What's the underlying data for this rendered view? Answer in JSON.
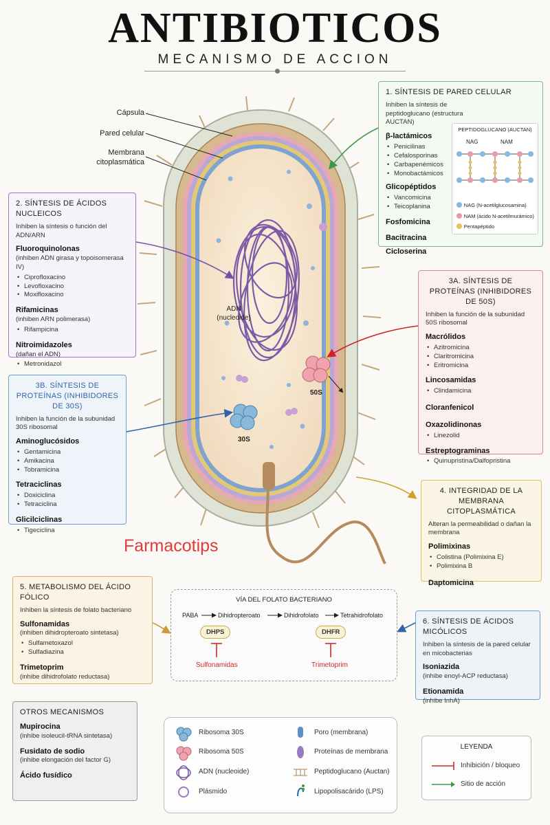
{
  "header": {
    "title": "ANTIBIOTICOS",
    "subtitle": "MECANISMO DE ACCION"
  },
  "cell_labels": {
    "capsule": "Cápsula",
    "wall": "Pared celular",
    "membrane_1": "Membrana",
    "membrane_2": "citoplasmática",
    "dna_1": "ADN",
    "dna_2": "(nucleoide)",
    "r50s": "50S",
    "r30s": "30S"
  },
  "watermark": "Farmacotips",
  "box1": {
    "title": "1. SÍNTESIS DE PARED CELULAR",
    "desc": "Inhiben la síntesis de peptidoglucano (estructura AUCTAN)",
    "g1": "β-lactámicos",
    "g1_items": [
      "Penicilinas",
      "Cefalosporinas",
      "Carbapenémicos",
      "Monobactámicos"
    ],
    "g2": "Glicopéptidos",
    "g2_items": [
      "Vancomicina",
      "Teicoplanina"
    ],
    "g3": "Fosfomicina",
    "g4": "Bacitracina",
    "g5": "Cicloserina",
    "inset_title": "PEPTIDOGLUCANO (AUCTAN)",
    "nag": "NAG",
    "nam": "NAM",
    "leg_nag": "NAG (N-acetilglucosamina)",
    "leg_nam": "NAM (ácido N-acetilmurámico)",
    "leg_pep": "Pentapéptido"
  },
  "box2": {
    "title": "2. SÍNTESIS DE ÁCIDOS NUCLEICOS",
    "desc": "Inhiben la síntesis o función del ADN/ARN",
    "g1": "Fluoroquinolonas",
    "g1_note": "(inhiben ADN girasa y topoisomerasa IV)",
    "g1_items": [
      "Ciprofloxacino",
      "Levofloxacino",
      "Moxifloxacino"
    ],
    "g2": "Rifamicinas",
    "g2_note": "(inhiben ARN polimerasa)",
    "g2_items": [
      "Rifampicina"
    ],
    "g3": "Nitroimidazoles",
    "g3_note": "(dañan el ADN)",
    "g3_items": [
      "Metronidazol"
    ]
  },
  "box3a": {
    "title": "3A. SÍNTESIS DE PROTEÍNAS (INHIBIDORES DE 50S)",
    "desc": "Inhiben la función de la subunidad 50S ribosomal",
    "g1": "Macrólidos",
    "g1_items": [
      "Azitromicina",
      "Claritromicina",
      "Eritromicina"
    ],
    "g2": "Lincosamidas",
    "g2_items": [
      "Clindamicina"
    ],
    "g3": "Cloranfenicol",
    "g4": "Oxazolidinonas",
    "g4_items": [
      "Linezolid"
    ],
    "g5": "Estreptograminas",
    "g5_items": [
      "Quinupristina/Dalfopristina"
    ]
  },
  "box3b": {
    "title": "3B. SÍNTESIS DE PROTEÍNAS (INHIBIDORES DE 30S)",
    "desc": "Inhiben la función de la subunidad 30S ribosomal",
    "g1": "Aminoglucósidos",
    "g1_items": [
      "Gentamicina",
      "Amikacina",
      "Tobramicina"
    ],
    "g2": "Tetraciclinas",
    "g2_items": [
      "Doxiciclina",
      "Tetraciclina"
    ],
    "g3": "Glicilciclinas",
    "g3_items": [
      "Tigeciclina"
    ]
  },
  "box4": {
    "title": "4. INTEGRIDAD DE LA MEMBRANA CITOPLASMÁTICA",
    "desc": "Alteran la permeabilidad o dañan la membrana",
    "g1": "Polimixinas",
    "g1_items": [
      "Colistina (Polimixina E)",
      "Polimixina B"
    ],
    "g2": "Daptomicina"
  },
  "box5": {
    "title": "5. METABOLISMO DEL ÁCIDO FÓLICO",
    "desc": "Inhiben la síntesis de folato bacteriano",
    "g1": "Sulfonamidas",
    "g1_note": "(inhiben dihidropteroato sintetasa)",
    "g1_items": [
      "Sulfametoxazol",
      "Sulfadiazina"
    ],
    "g2": "Trimetoprim",
    "g2_note": "(inhibe dihidrofolato reductasa)"
  },
  "folate": {
    "title": "VÍA DEL FOLATO BACTERIANO",
    "s1": "PABA",
    "s2": "Dihidropteroato",
    "s3": "Dihidrofolato",
    "s4": "Tetrahidrofolato",
    "e1": "DHPS",
    "e2": "DHFR",
    "d1": "Sulfonamidas",
    "d2": "Trimetoprim"
  },
  "box6": {
    "title": "6. SÍNTESIS DE ÁCIDOS MICÓLICOS",
    "desc": "Inhiben la síntesis de la pared celular en micobacterias",
    "g1": "Isoniazida",
    "g1_note": "(inhibe enoyl-ACP reductasa)",
    "g2": "Etionamida",
    "g2_note": "(inhibe InhA)"
  },
  "box7": {
    "title": "OTROS MECANISMOS",
    "g1": "Mupirocina",
    "g1_note": "(inhibe isoleucil-tRNA sintetasa)",
    "g2": "Fusidato de sodio",
    "g2_note": "(inhibe elongación del factor G)",
    "g3": "Ácido fusídico"
  },
  "legend": {
    "i1": "Ribosoma 30S",
    "i2": "Ribosoma 50S",
    "i3": "ADN (nucleoide)",
    "i4": "Plásmido",
    "i5": "Poro (membrana)",
    "i6": "Proteínas de membrana",
    "i7": "Peptidoglucano (Auctan)",
    "i8": "Lipopolisacárido (LPS)"
  },
  "key": {
    "title": "LEYENDA",
    "k1": "Inhibición / bloqueo",
    "k2": "Sitio de acción"
  },
  "colors": {
    "box1": "#7fb77f",
    "box2": "#9a7bc0",
    "box3a": "#d98a8a",
    "box3b": "#6f9ccf",
    "box4": "#d9bd6a",
    "box5": "#d9b36a",
    "box6": "#6f9ccf",
    "inhibit": "#cc2a2a",
    "site": "#3a9a4a"
  }
}
